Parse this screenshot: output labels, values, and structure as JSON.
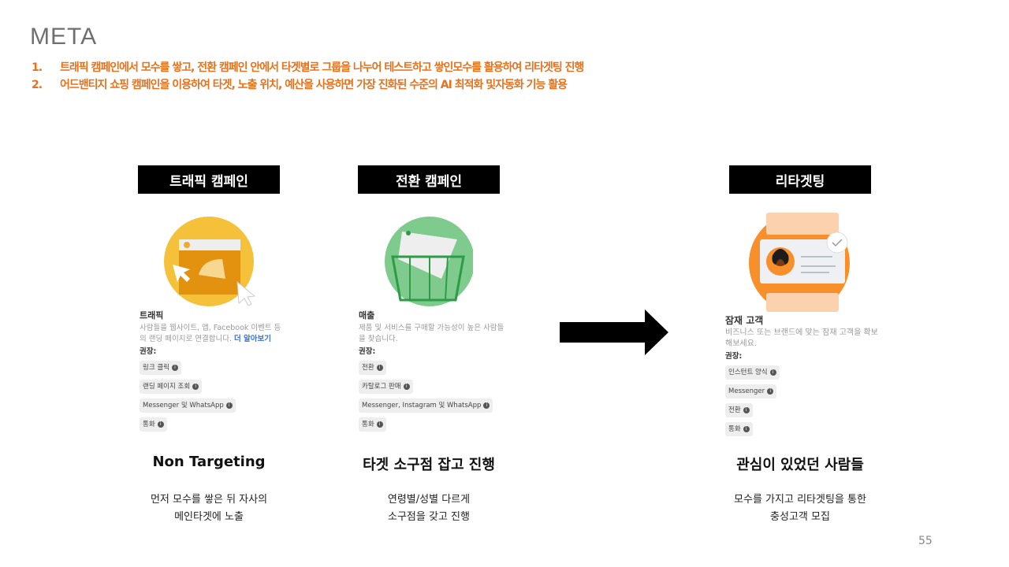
{
  "title": "META",
  "points": [
    {
      "num": "1.",
      "text": "트래픽 캠페인에서 모수를 쌓고, 전환 캠페인 안에서 타겟별로 그룹을 나누어 테스트하고 쌓인모수를 활용하여 리타겟팅 진행"
    },
    {
      "num": "2.",
      "text": "어드밴티지 쇼핑  캠페인을 이용하여 타겟, 노출 위치, 예산을 사용하면 가장 진화된 수준의 AI 최적화 및자동화 기능 활용"
    }
  ],
  "columns": [
    {
      "label": "트래픽 캠페인",
      "card_title": "트래픽",
      "card_desc": "사람들을 웹사이트, 앱, Facebook 이벤트 등의 랜딩 페이지로 연결합니다.",
      "card_link": "더 알아보기",
      "rec": "권장:",
      "chips": [
        "링크 클릭",
        "랜딩 페이지 조회",
        "Messenger 및 WhatsApp",
        "통화"
      ],
      "heading": "Non Targeting",
      "desc1": "먼저 모수를 쌓은 뒤 자사의",
      "desc2": "메인타겟에 노출"
    },
    {
      "label": "전환 캠페인",
      "card_title": "매출",
      "card_desc": "제품 및 서비스를 구매할 가능성이 높은 사람들을 찾습니다.",
      "rec": "권장:",
      "chips": [
        "전환",
        "카탈로그 판매",
        "Messenger, Instagram 및 WhatsApp",
        "통화"
      ],
      "heading": "타겟 소구점 잡고 진행",
      "desc1": "연령별/성별 다르게",
      "desc2": "소구점을 갖고 진행"
    },
    {
      "label": "리타겟팅",
      "card_title": "잠재 고객",
      "card_desc": "비즈니스 또는 브랜드에 맞는 잠재 고객을 확보해보세요.",
      "rec": "권장:",
      "chips": [
        "인스턴트 양식",
        "Messenger",
        "전환",
        "통화"
      ],
      "heading": "관심이 있었던 사람들",
      "desc1": "모수를 가지고 리타겟팅을 통한",
      "desc2": "충성고객 모집"
    }
  ],
  "page_number": "55"
}
